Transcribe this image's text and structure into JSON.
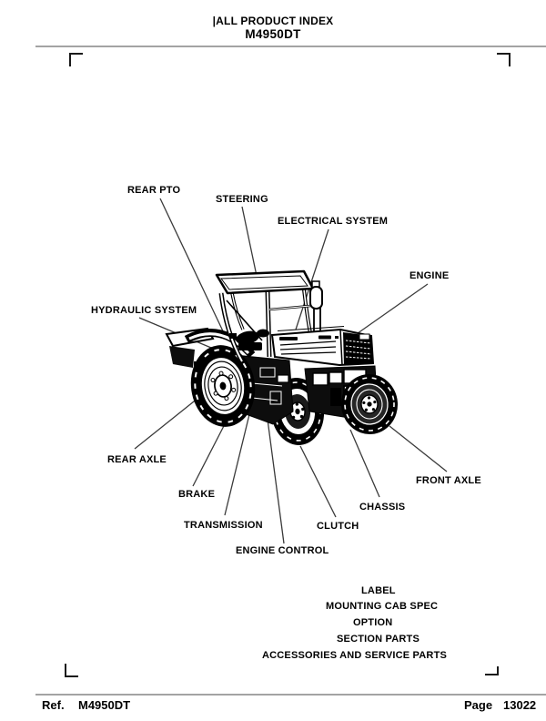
{
  "header": {
    "title": "|ALL PRODUCT INDEX",
    "model": "M4950DT"
  },
  "footer": {
    "ref_label": "Ref.",
    "ref_value": "M4950DT",
    "page_label": "Page",
    "page_number": "13022"
  },
  "diagram": {
    "illustration": "tractor-line-art",
    "callouts": [
      {
        "id": "rear-pto",
        "label": "REAR PTO"
      },
      {
        "id": "steering",
        "label": "STEERING"
      },
      {
        "id": "electrical-system",
        "label": "ELECTRICAL SYSTEM"
      },
      {
        "id": "engine",
        "label": "ENGINE"
      },
      {
        "id": "hydraulic-system",
        "label": "HYDRAULIC SYSTEM"
      },
      {
        "id": "rear-axle",
        "label": "REAR AXLE"
      },
      {
        "id": "brake",
        "label": "BRAKE"
      },
      {
        "id": "transmission",
        "label": "TRANSMISSION"
      },
      {
        "id": "engine-control",
        "label": "ENGINE CONTROL"
      },
      {
        "id": "clutch",
        "label": "CLUTCH"
      },
      {
        "id": "chassis",
        "label": "CHASSIS"
      },
      {
        "id": "front-axle",
        "label": "FRONT AXLE"
      }
    ],
    "index_list": [
      "LABEL",
      "MOUNTING CAB SPEC",
      "OPTION",
      "SECTION PARTS",
      "ACCESSORIES AND SERVICE PARTS"
    ]
  },
  "colors": {
    "ink": "#000000",
    "leader_line": "#3a3a3a",
    "rule": "#a3a3a3",
    "paper": "#ffffff"
  }
}
